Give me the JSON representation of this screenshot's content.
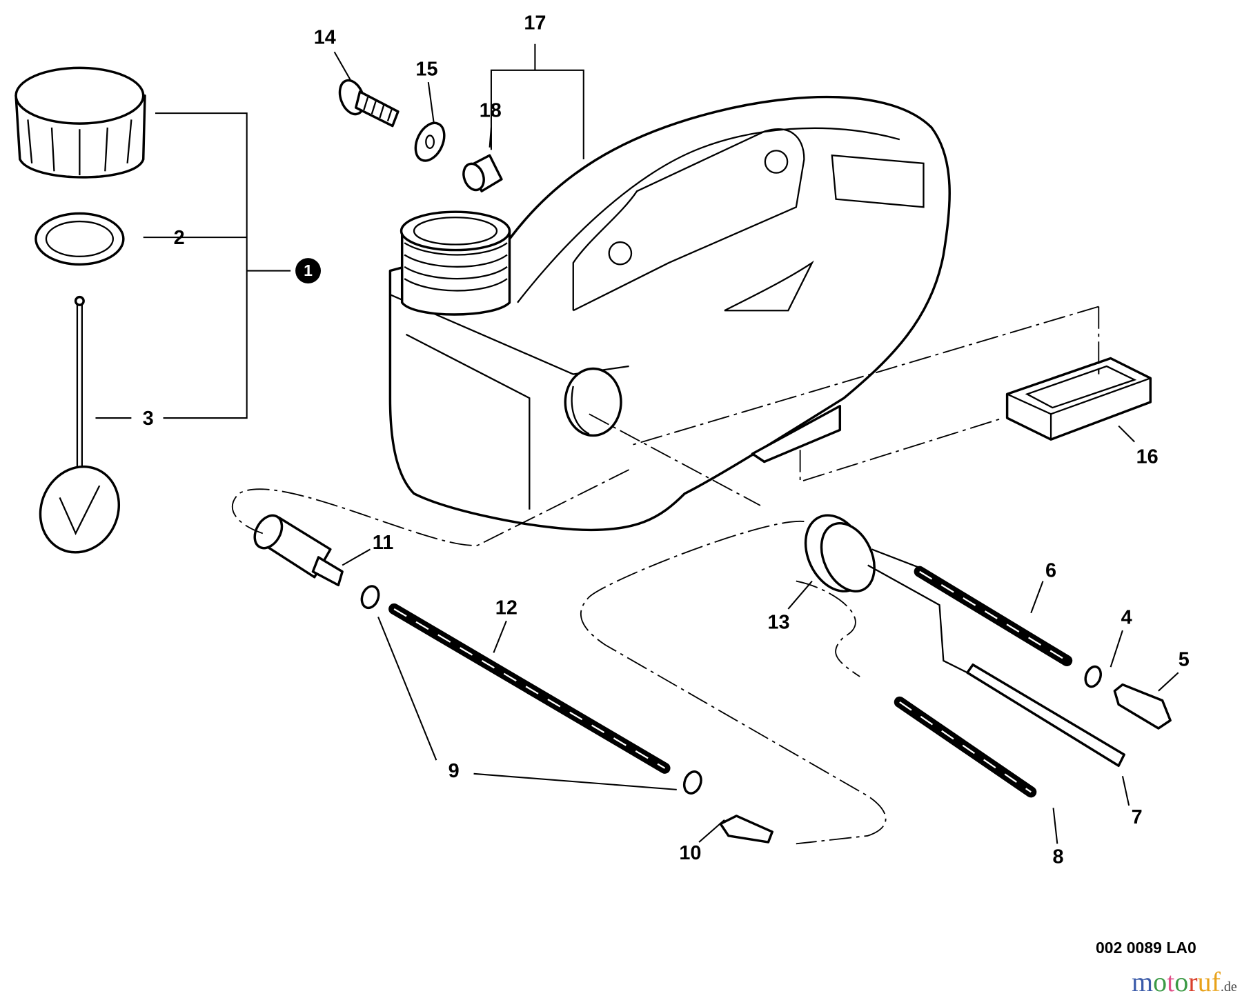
{
  "diagram": {
    "callouts": {
      "c1": "1",
      "c2": "2",
      "c3": "3",
      "c4": "4",
      "c5": "5",
      "c6": "6",
      "c7": "7",
      "c8": "8",
      "c9": "9",
      "c10": "10",
      "c11": "11",
      "c12": "12",
      "c13": "13",
      "c14": "14",
      "c15": "15",
      "c16": "16",
      "c17": "17",
      "c18": "18"
    },
    "part_number": "002 0089 LA0"
  },
  "watermark": {
    "text": "motoruf",
    "suffix": ".de",
    "colors": [
      "#3b5ba9",
      "#3b9a45",
      "#e0508a",
      "#3b9a45",
      "#d9402c",
      "#e8a21a",
      "#e8a21a"
    ]
  }
}
